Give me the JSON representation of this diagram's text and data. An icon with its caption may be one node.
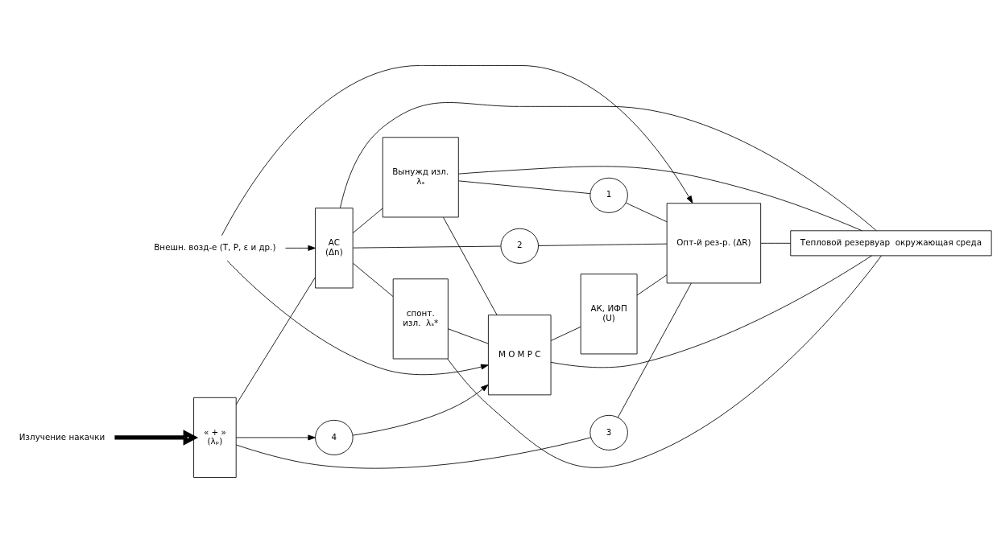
{
  "diagram": {
    "nodes": [
      {
        "text": [
          "Излучение накачки"
        ]
      },
      {
        "text": [
          "« + »",
          "(λₚ)"
        ]
      },
      {
        "text": [
          "АС",
          "(Δn)"
        ]
      },
      {
        "text": [
          "Вынужд изл.",
          "λₛ"
        ]
      },
      {
        "text": [
          "спонт.",
          "изл.  λₛ*"
        ]
      },
      {
        "text": [
          "М О М Р С"
        ]
      },
      {
        "text": [
          "АК, ИФП",
          "(U)"
        ]
      },
      {
        "text": [
          "Опт-й рез-р. (ΔR)"
        ]
      },
      {
        "text": [
          "3"
        ]
      },
      {
        "text": [
          "2"
        ]
      },
      {
        "text": [
          "1"
        ]
      },
      {
        "text": [
          "4"
        ]
      },
      {
        "text": [
          "Тепловой резервуар  окружающая среда"
        ]
      },
      {
        "text": [
          "Внешн. возд-е (Т, Р, ε и др.)"
        ]
      }
    ],
    "edges": [
      {
        "from": 0,
        "to": 1,
        "arrow": "to",
        "style": "thick"
      },
      {
        "from": 1,
        "to": 2,
        "arrow": "none"
      },
      {
        "from": 2,
        "to": 3,
        "arrow": "none"
      },
      {
        "from": 2,
        "to": 4,
        "arrow": "none"
      },
      {
        "from": 3,
        "to": 5,
        "arrow": "none"
      },
      {
        "from": 4,
        "to": 5,
        "arrow": "none"
      },
      {
        "from": 5,
        "to": 6,
        "arrow": "none"
      },
      {
        "from": 6,
        "to": 7,
        "arrow": "none"
      },
      {
        "from": 1,
        "to": 8,
        "arrow": "none"
      },
      {
        "from": 8,
        "to": 7,
        "arrow": "none"
      },
      {
        "from": 2,
        "to": 9,
        "arrow": "none"
      },
      {
        "from": 9,
        "to": 7,
        "arrow": "none"
      },
      {
        "from": 3,
        "to": 10,
        "arrow": "none"
      },
      {
        "from": 10,
        "to": 7,
        "arrow": "none"
      },
      {
        "from": 1,
        "to": 11,
        "arrow": "to"
      },
      {
        "from": 11,
        "to": 5,
        "arrow": "to"
      },
      {
        "from": 13,
        "to": 7,
        "arrow": "to"
      },
      {
        "from": 13,
        "to": 5,
        "arrow": "to"
      },
      {
        "from": 13,
        "to": 2,
        "arrow": "to"
      },
      {
        "from": 2,
        "to": 12,
        "arrow": "none"
      },
      {
        "from": 4,
        "to": 12,
        "arrow": "none"
      },
      {
        "from": 3,
        "to": 12,
        "arrow": "none"
      },
      {
        "from": 5,
        "to": 12,
        "arrow": "none"
      },
      {
        "from": 7,
        "to": 12,
        "arrow": "none"
      }
    ]
  }
}
